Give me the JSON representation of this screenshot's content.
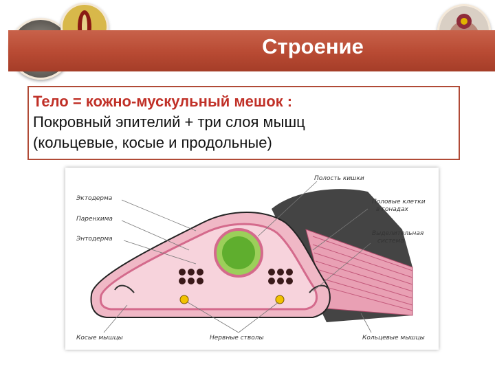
{
  "slide": {
    "title": "Строение",
    "heading": "Тело = кожно-мускульный мешок :",
    "line2": "Покровный эпителий + три слоя мышц",
    "line3": "(кольцевые, косые и продольные)"
  },
  "photos": [
    {
      "name": "worm-photo"
    },
    {
      "name": "slug-photo"
    },
    {
      "name": "coral-photo"
    }
  ],
  "diagram": {
    "labels": {
      "ectoderm": "Эктодерма",
      "parenchyma": "Паренхима",
      "endoderm": "Энтодерма",
      "gut_cavity": "Полость кишки",
      "gonads_1": "Половые клетки",
      "gonads_2": "в гонадах",
      "excretory_1": "Выделительная",
      "excretory_2": "система",
      "oblique": "Косые мышцы",
      "nerves": "Нервные стволы",
      "circular": "Кольцевые мышцы"
    }
  },
  "colors": {
    "title_bar": "#b84a33",
    "heading_text": "#c03027",
    "box_border": "#b04a36",
    "tissue_pink": "#e88aa8",
    "gut_green": "#5fae2e"
  }
}
